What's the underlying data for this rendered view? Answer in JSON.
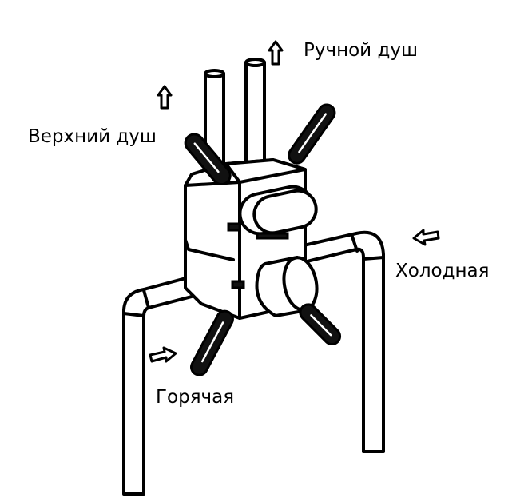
{
  "labels": {
    "hand_shower": "Ручной душ",
    "overhead_shower": "Верхний душ",
    "cold": "Холодная",
    "hot": "Горячая"
  },
  "icons": [
    "arrow-up-icon",
    "arrow-up-icon",
    "arrow-left-icon",
    "arrow-right-icon"
  ],
  "colors": {
    "line": "#000000",
    "background": "#ffffff"
  }
}
